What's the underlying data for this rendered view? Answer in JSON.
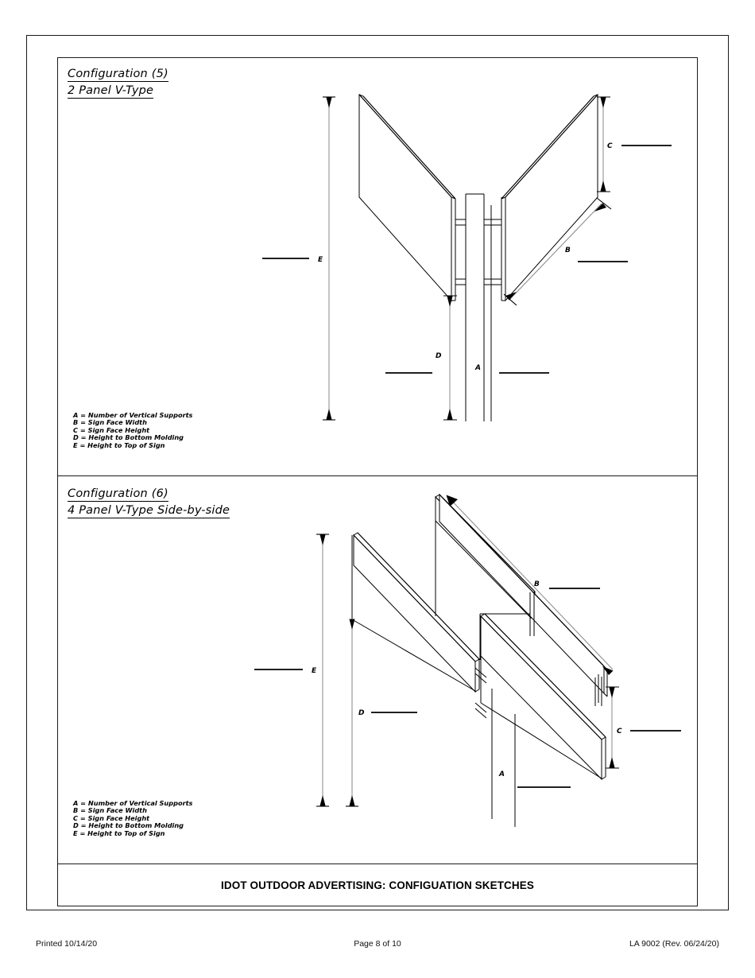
{
  "document": {
    "banner_title": "IDOT OUTDOOR ADVERTISING: CONFIGUATION SKETCHES"
  },
  "footer": {
    "printed": "Printed 10/14/20",
    "page": "Page 8 of 10",
    "form": "LA 9002 (Rev. 06/24/20)"
  },
  "configurations": [
    {
      "title_line1": "Configuration (5)",
      "title_line2": "2 Panel V-Type",
      "dimension_labels": {
        "a": "A",
        "b": "B",
        "c": "C",
        "d": "D",
        "e": "E"
      },
      "legend": [
        "A = Number of Vertical Supports",
        "B = Sign Face Width",
        "C = Sign Face Height",
        "D = Height to Bottom Molding",
        "E = Height to Top of Sign"
      ]
    },
    {
      "title_line1": "Configuration (6)",
      "title_line2": "4 Panel V-Type Side-by-side",
      "dimension_labels": {
        "a": "A",
        "b": "B",
        "c": "C",
        "d": "D",
        "e": "E"
      },
      "legend": [
        "A = Number of Vertical Supports",
        "B = Sign Face Width",
        "C = Sign Face Height",
        "D = Height to Bottom Molding",
        "E = Height to Top of Sign"
      ]
    }
  ]
}
